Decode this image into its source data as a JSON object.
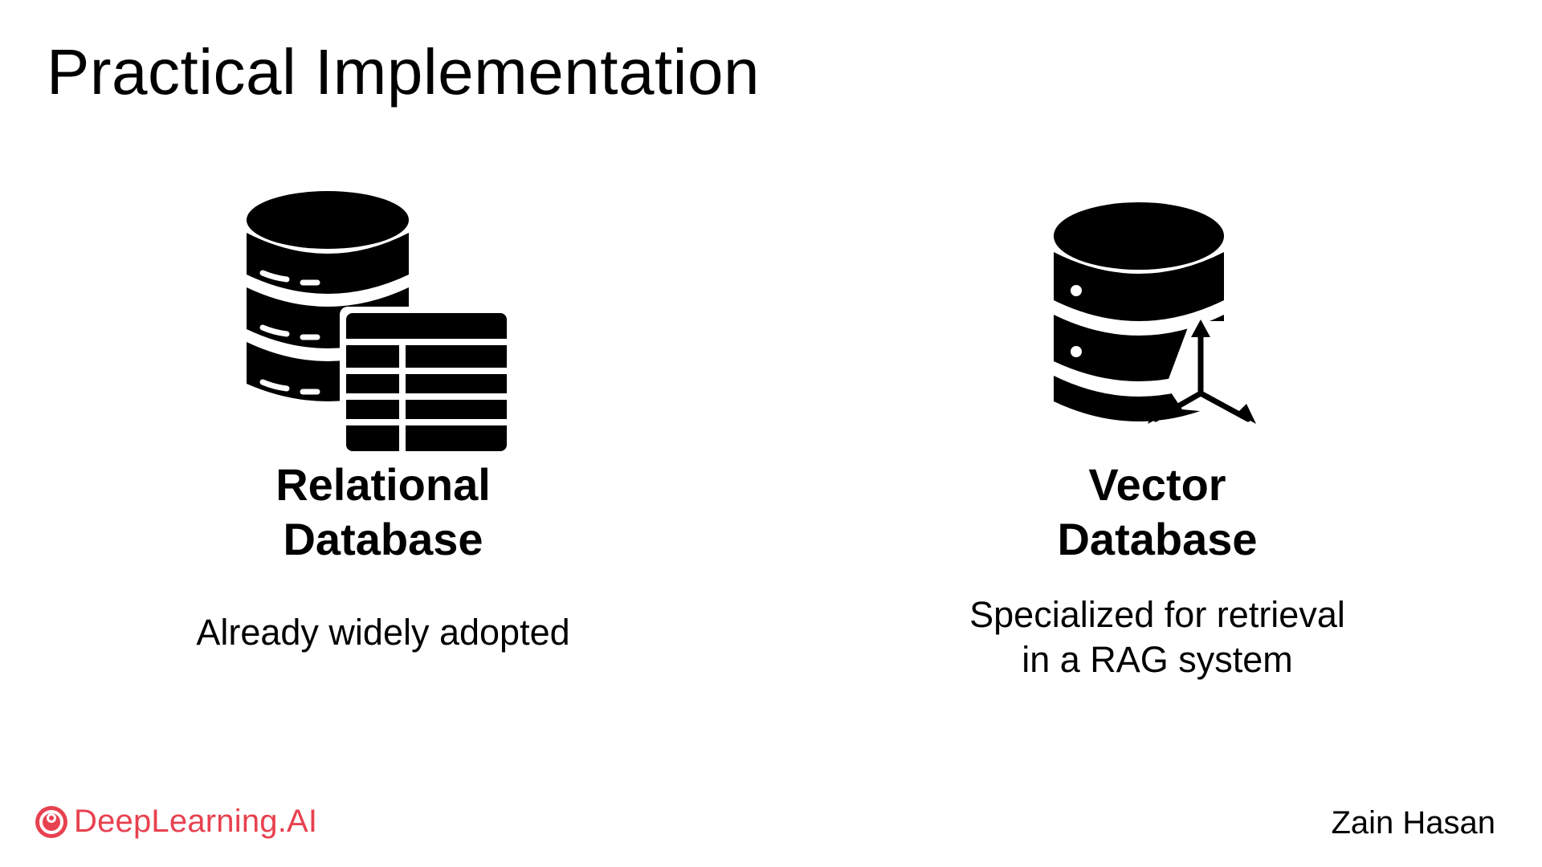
{
  "slide": {
    "title": "Practical Implementation",
    "left": {
      "icon": "relational-database-icon",
      "heading_line1": "Relational",
      "heading_line2": "Database",
      "description": "Already widely adopted"
    },
    "right": {
      "icon": "vector-database-icon",
      "heading_line1": "Vector",
      "heading_line2": "Database",
      "description_line1": "Specialized for retrieval",
      "description_line2": "in a RAG system"
    },
    "footer": {
      "logo_text": "DeepLearning.AI",
      "logo_icon": "deeplearning-ai-logo-icon",
      "author": "Zain Hasan"
    },
    "colors": {
      "background": "#ffffff",
      "text": "#000000",
      "brand": "#e8414f"
    }
  }
}
